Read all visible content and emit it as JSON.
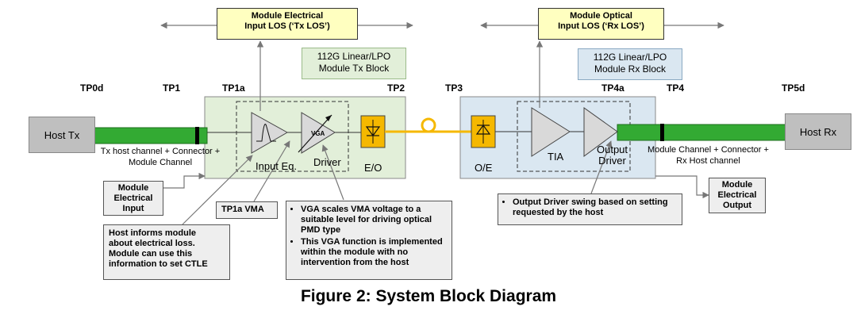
{
  "title": "Figure 2: System Block Diagram",
  "hosts": {
    "tx": "Host Tx",
    "rx": "Host Rx"
  },
  "test_points": {
    "tp0d": "TP0d",
    "tp1": "TP1",
    "tp1a": "TP1a",
    "tp2": "TP2",
    "tp3": "TP3",
    "tp4a": "TP4a",
    "tp4": "TP4",
    "tp5d": "TP5d"
  },
  "tx_block": {
    "name_line1": "112G Linear/LPO",
    "name_line2": "Module Tx Block",
    "ctle_label": "Input Eq.",
    "vga_symbol": "VGA",
    "driver_label": "Driver",
    "eo_label": "E/O"
  },
  "rx_block": {
    "name_line1": "112G Linear/LPO",
    "name_line2": "Module Rx Block",
    "oe_label": "O/E",
    "tia_label": "TIA",
    "output_driver_line1": "Output",
    "output_driver_line2": "Driver"
  },
  "channels": {
    "tx_line1": "Tx host channel + Connector +",
    "tx_line2": "Module Channel",
    "rx_line1": "Module Channel + Connector +",
    "rx_line2": "Rx Host channel"
  },
  "los": {
    "tx_line1": "Module Electrical",
    "tx_line2": "Input LOS (‘Tx LOS’)",
    "rx_line1": "Module Optical",
    "rx_line2": "Input LOS (‘Rx LOS’)"
  },
  "callouts": {
    "electrical_input": [
      "Module",
      "Electrical",
      "Input"
    ],
    "electrical_output": [
      "Module",
      "Electrical",
      "Output"
    ],
    "tp1a_vma": "TP1a VMA",
    "host_informs": [
      "Host informs module",
      "about electrical loss.",
      "Module can use this",
      "information to set CTLE"
    ],
    "vga_bullets": [
      "VGA scales VMA voltage to a suitable level for driving optical PMD type",
      "This VGA function is implemented within the module with no intervention from the host"
    ],
    "output_driver_swing": "Output Driver swing based on setting requested by the host"
  },
  "colors": {
    "channel_green": "#33aa33",
    "tx_block_fill": "#e2efd9",
    "rx_block_fill": "#dae7f1",
    "eo_fill": "#f5b800",
    "fiber": "#f5b800",
    "label_fill": "#ffffc0"
  }
}
